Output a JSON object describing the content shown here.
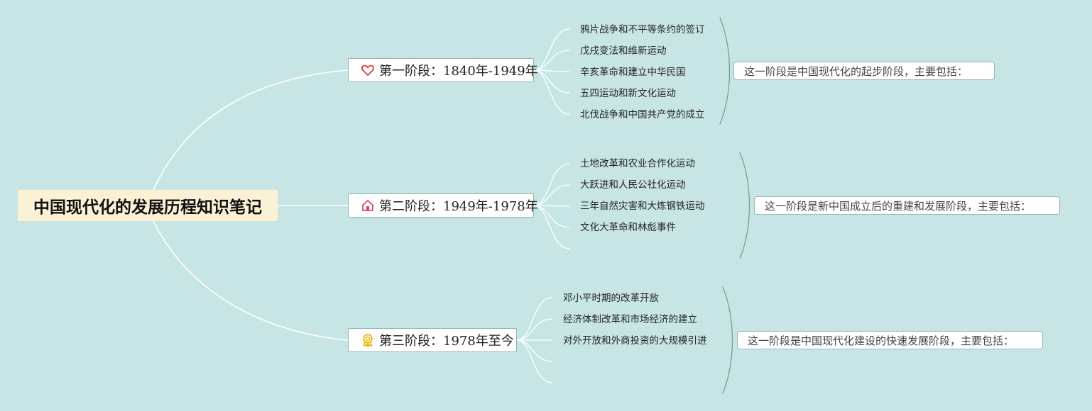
{
  "root": {
    "title": "中国现代化的发展历程知识笔记"
  },
  "stages": [
    {
      "icon": "heart-icon",
      "icon_color": "#e03a3a",
      "label": "第一阶段：1840年-1949年",
      "items": [
        "鸦片战争和不平等条约的签订",
        "戊戌变法和维新运动",
        "辛亥革命和建立中华民国",
        "五四运动和新文化运动",
        "北伐战争和中国共产党的成立"
      ],
      "summary": "这一阶段是中国现代化的起步阶段，主要包括："
    },
    {
      "icon": "home-icon",
      "icon_color": "#e0445a",
      "label": "第二阶段：1949年-1978年",
      "items": [
        "土地改革和农业合作化运动",
        "大跃进和人民公社化运动",
        "三年自然灾害和大炼钢铁运动",
        "文化大革命和林彪事件",
        ""
      ],
      "summary": "这一阶段是新中国成立后的重建和发展阶段，主要包括："
    },
    {
      "icon": "award-ribbon-icon",
      "icon_color": "#e8b400",
      "label": "第三阶段：1978年至今",
      "items": [
        "邓小平时期的改革开放",
        "经济体制改革和市场经济的建立",
        "对外开放和外商投资的大规模引进",
        "",
        ""
      ],
      "summary": "这一阶段是中国现代化建设的快速发展阶段，主要包括："
    }
  ],
  "colors": {
    "background": "#c8e5e6",
    "root_fill": "#fbf2d6",
    "connector": "#ffffff",
    "bracket": "#6f9a93"
  }
}
